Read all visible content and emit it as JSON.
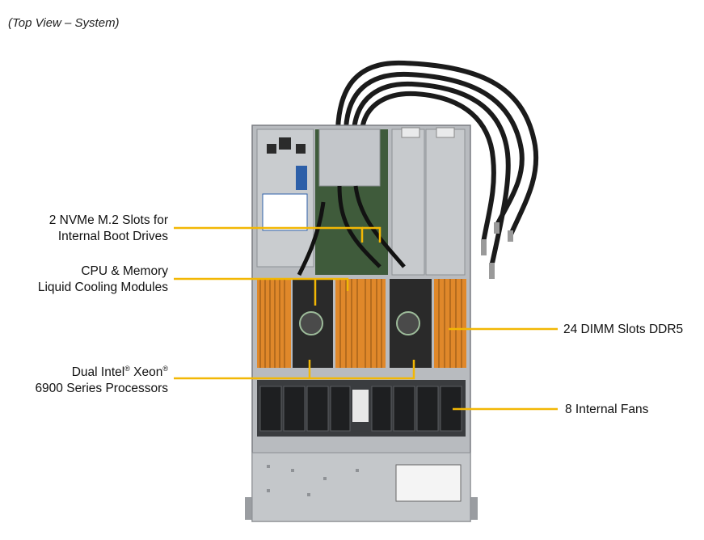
{
  "caption": "(Top View – System)",
  "callouts": {
    "nvme": {
      "line1": "2 NVMe M.2 Slots for",
      "line2": "Internal Boot Drives"
    },
    "cooling": {
      "line1": "CPU & Memory",
      "line2": "Liquid Cooling Modules"
    },
    "cpu": {
      "line1_pre": "Dual Intel",
      "reg1": "®",
      "line1_mid": " Xeon",
      "reg2": "®",
      "line2": "6900 Series Processors"
    },
    "dimm": {
      "text": "24 DIMM Slots DDR5"
    },
    "fans": {
      "text": "8 Internal Fans"
    }
  },
  "colors": {
    "leader": "#f2b705",
    "chassis": "#b9bcc0",
    "dimm": "#e0882a",
    "tube": "#1a1a1a",
    "board": "#3e5a3a"
  }
}
